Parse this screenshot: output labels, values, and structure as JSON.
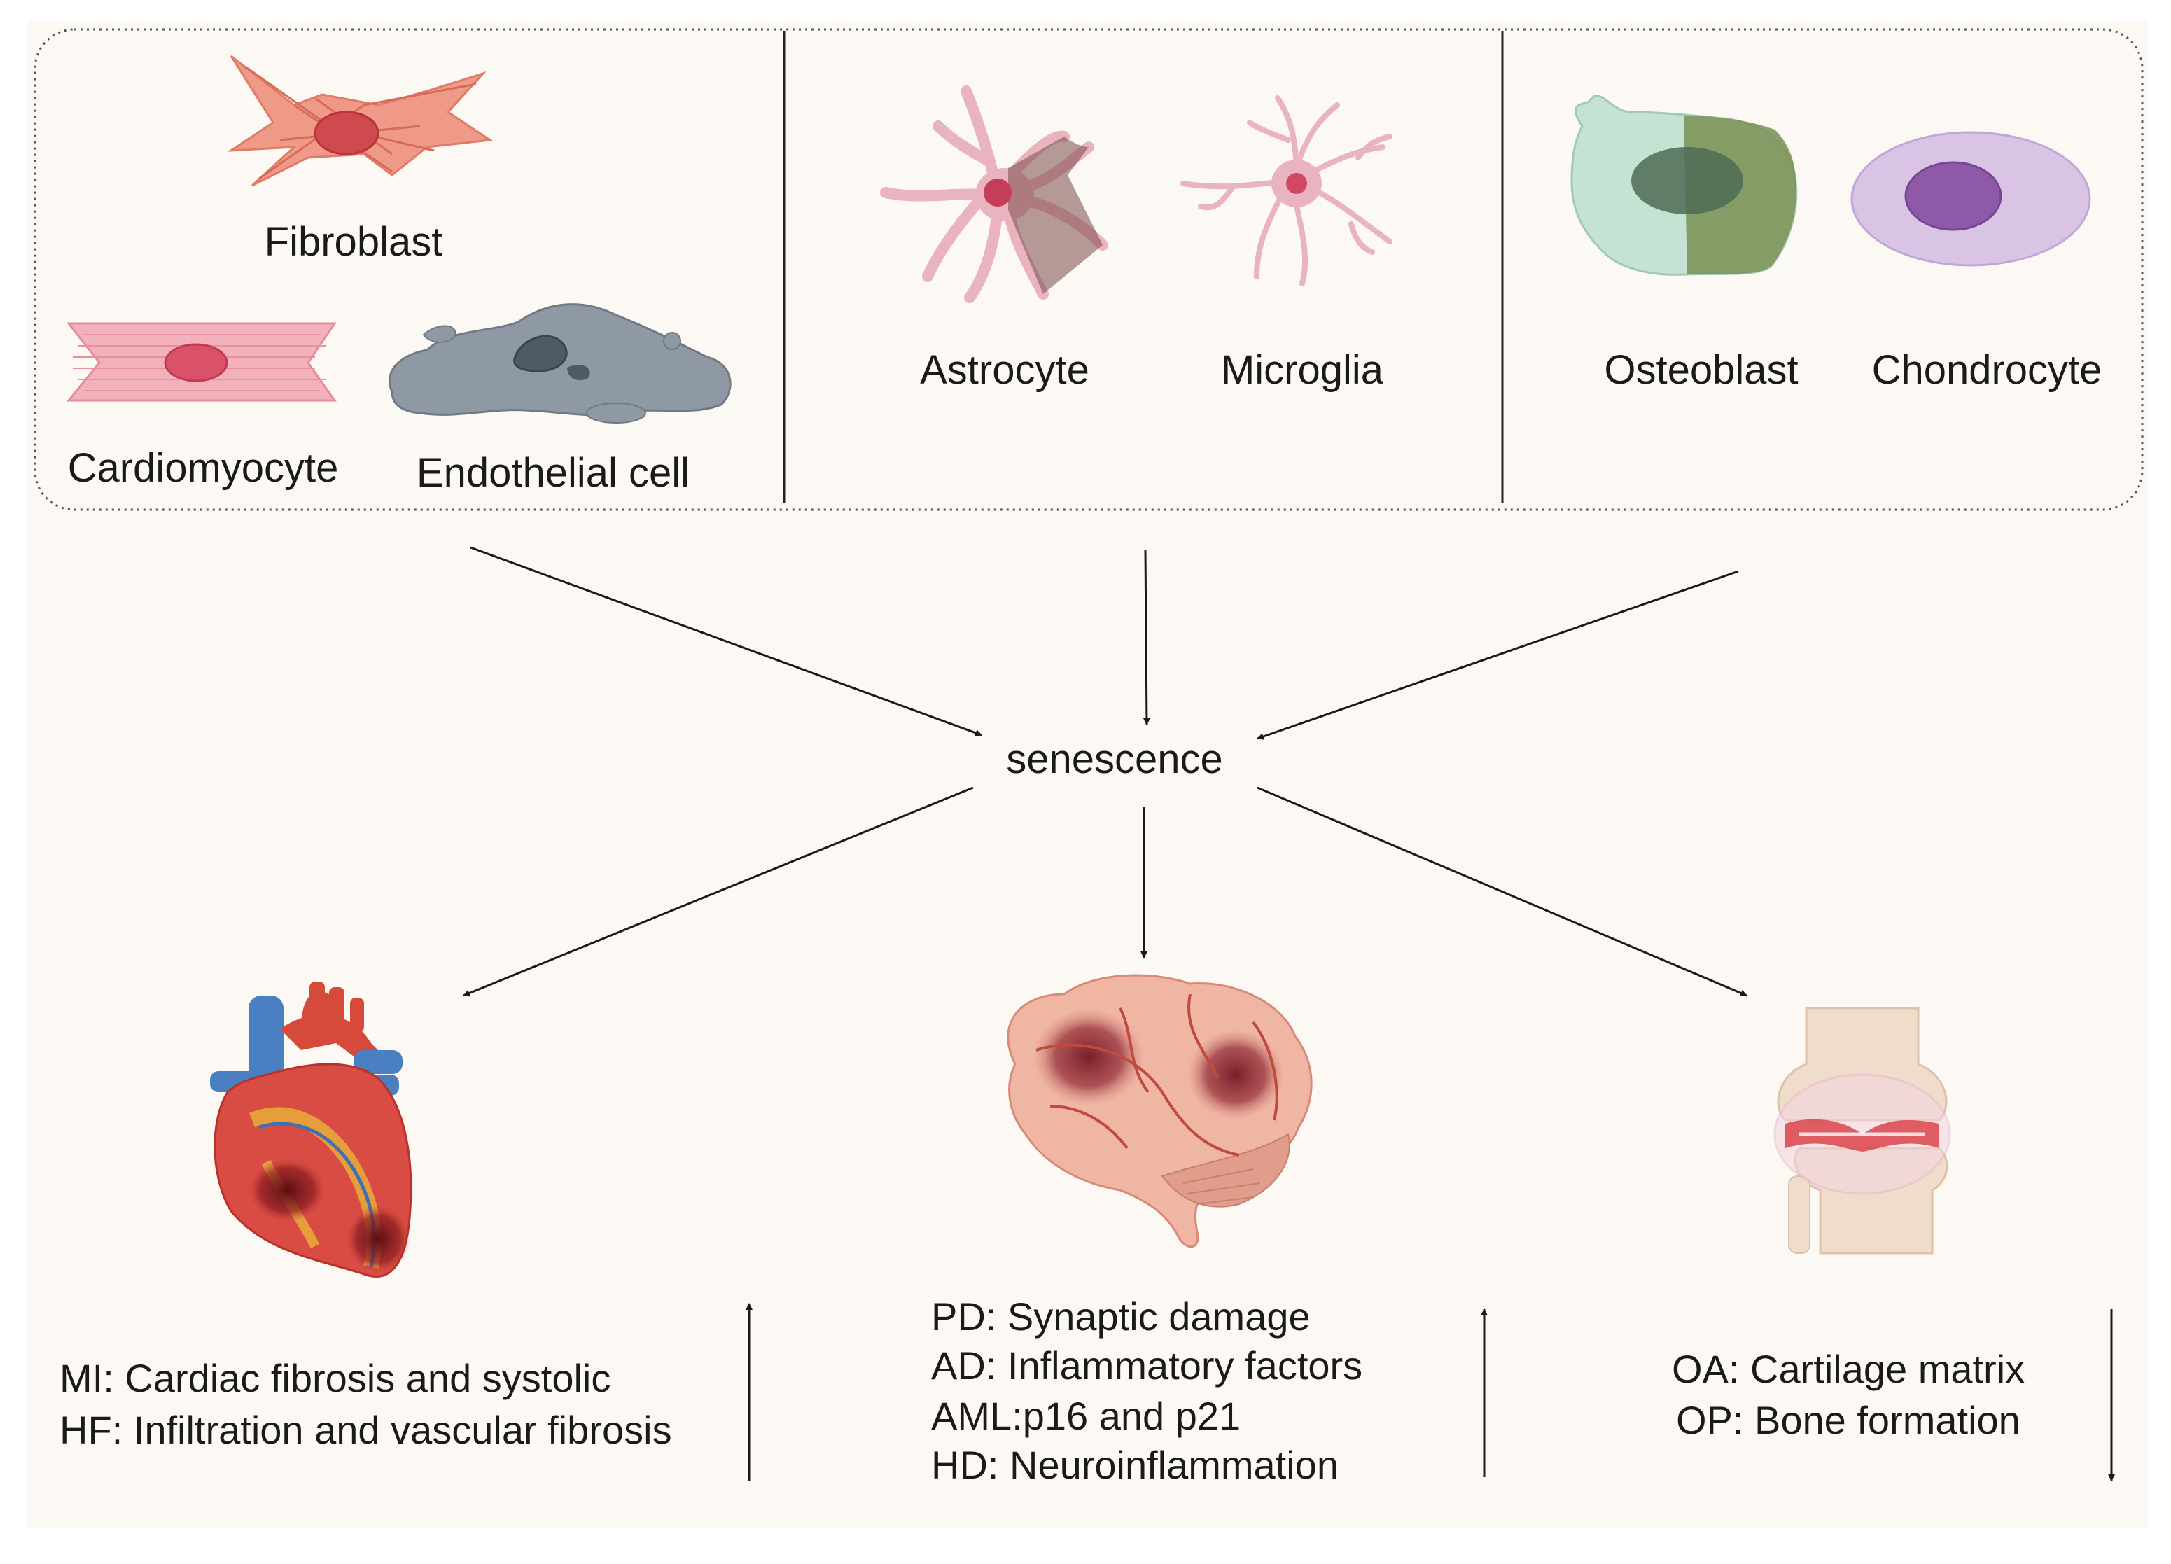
{
  "cell_types": {
    "fibroblast": "Fibroblast",
    "cardiomyocyte": "Cardiomyocyte",
    "endothelial": "Endothelial cell",
    "astrocyte": "Astrocyte",
    "microglia": "Microglia",
    "osteoblast": "Osteoblast",
    "chondrocyte": "Chondrocyte"
  },
  "center": {
    "label": "senescence"
  },
  "outcomes": {
    "heart": {
      "lines": [
        "MI: Cardiac fibrosis and systolic",
        "HF: Infiltration and vascular fibrosis"
      ],
      "trend": "up"
    },
    "brain": {
      "lines": [
        "PD: Synaptic damage",
        "AD: Inflammatory factors",
        "AML:p16 and p21",
        "HD: Neuroinflammation"
      ],
      "trend": "up"
    },
    "joint": {
      "lines": [
        "OA: Cartilage matrix",
        "OP: Bone formation"
      ],
      "trend": "down"
    }
  },
  "icons": [
    "fibroblast-icon",
    "cardiomyocyte-icon",
    "endothelial-cell-icon",
    "astrocyte-icon",
    "microglia-icon",
    "osteoblast-icon",
    "chondrocyte-icon",
    "heart-icon",
    "brain-icon",
    "joint-icon"
  ],
  "colors": {
    "background": "#fcf9f5",
    "line": "#1a1a1a",
    "fibroblast": "#ef9a88",
    "cardiomyocyte": "#f3b1bb",
    "endothelial": "#8e99a4",
    "astrocyte": "#eab3c0",
    "osteoblast": "#c5e3d2",
    "chondrocyte": "#d9c4e6"
  }
}
